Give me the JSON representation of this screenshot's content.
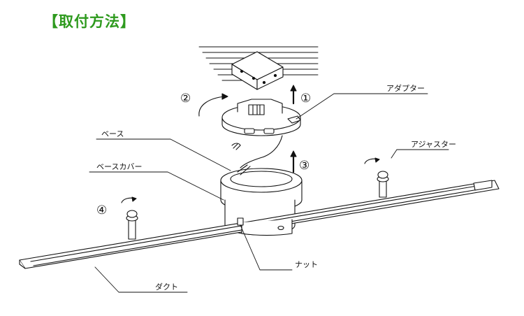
{
  "title": "【取付方法】",
  "colors": {
    "title": "#2e9a1e",
    "line": "#111111",
    "background": "#ffffff"
  },
  "labels": {
    "adapter": "アダプター",
    "base": "ベース",
    "base_cover": "ベースカバー",
    "adjuster": "アジャスター",
    "nut": "ナット",
    "duct": "ダクト"
  },
  "steps": [
    "①",
    "②",
    "③",
    "④"
  ]
}
